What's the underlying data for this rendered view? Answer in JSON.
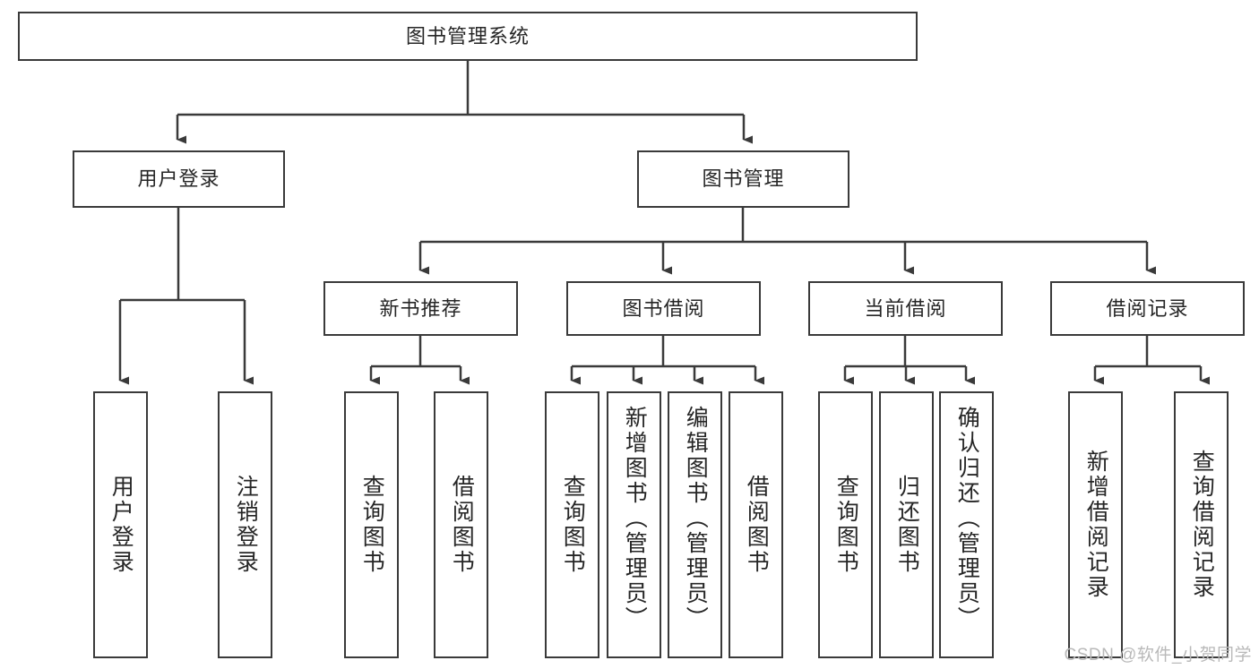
{
  "diagram": {
    "type": "tree-hierarchy",
    "title": "图书管理系统",
    "colors": {
      "stroke": "#3a3a3a",
      "text": "#262626",
      "background": "#ffffff",
      "watermark": "#b9b9b9"
    },
    "root": {
      "label": "图书管理系统"
    },
    "level2": [
      {
        "label": "用户登录"
      },
      {
        "label": "图书管理"
      }
    ],
    "level3": [
      {
        "label": "新书推荐"
      },
      {
        "label": "图书借阅"
      },
      {
        "label": "当前借阅"
      },
      {
        "label": "借阅记录"
      }
    ],
    "leaves": {
      "user_login": [
        {
          "label": "用户登录"
        },
        {
          "label": "注销登录"
        }
      ],
      "new_book_recommend": [
        {
          "label": "查询图书"
        },
        {
          "label": "借阅图书"
        }
      ],
      "book_borrow": [
        {
          "label": "查询图书"
        },
        {
          "label": "新增图书（管理员）"
        },
        {
          "label": "编辑图书（管理员）"
        },
        {
          "label": "借阅图书"
        }
      ],
      "current_borrow": [
        {
          "label": "查询图书"
        },
        {
          "label": "归还图书"
        },
        {
          "label": "确认归还（管理员）"
        }
      ],
      "borrow_record": [
        {
          "label": "新增借阅记录"
        },
        {
          "label": "查询借阅记录"
        }
      ]
    }
  },
  "watermark": {
    "text": "CSDN @软件_小贺同学"
  }
}
